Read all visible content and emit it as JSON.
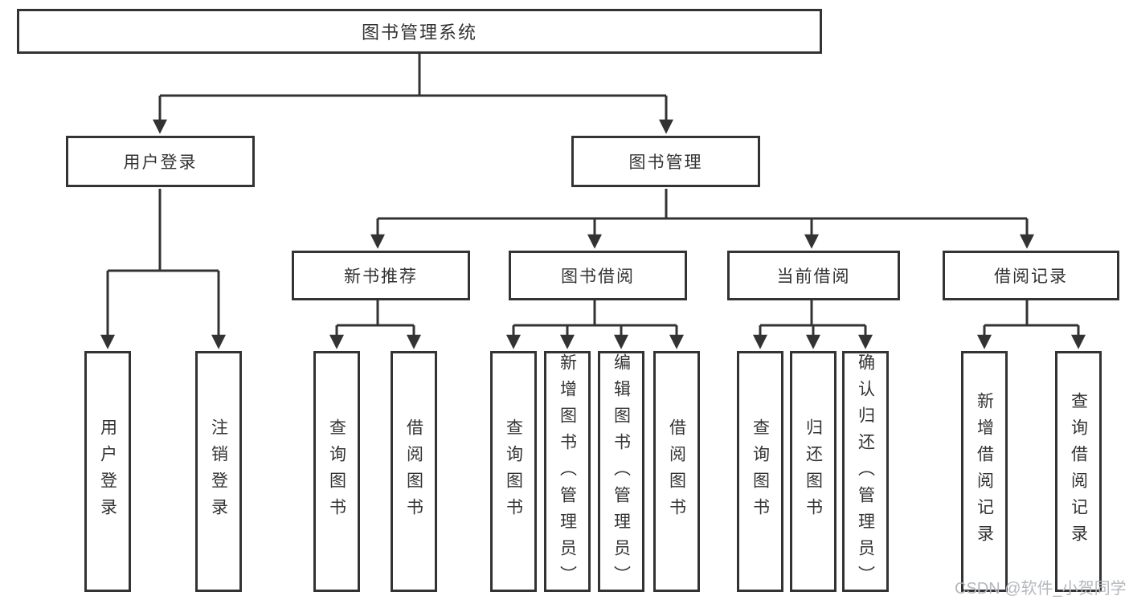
{
  "title": "图书管理系统",
  "watermark": "CSDN @软件_小贺同学",
  "colors": {
    "line": "#333333",
    "text": "#333333",
    "background": "#ffffff",
    "watermark": "#b4b8be"
  },
  "tree": {
    "label": "图书管理系统",
    "children": [
      {
        "label": "用户登录",
        "children": [
          {
            "label": "用户登录"
          },
          {
            "label": "注销登录"
          }
        ]
      },
      {
        "label": "图书管理",
        "children": [
          {
            "label": "新书推荐",
            "children": [
              {
                "label": "查询图书"
              },
              {
                "label": "借阅图书"
              }
            ]
          },
          {
            "label": "图书借阅",
            "children": [
              {
                "label": "查询图书"
              },
              {
                "label": "新增图书（管理员）"
              },
              {
                "label": "编辑图书（管理员）"
              },
              {
                "label": "借阅图书"
              }
            ]
          },
          {
            "label": "当前借阅",
            "children": [
              {
                "label": "查询图书"
              },
              {
                "label": "归还图书"
              },
              {
                "label": "确认归还（管理员）"
              }
            ]
          },
          {
            "label": "借阅记录",
            "children": [
              {
                "label": "新增借阅记录"
              },
              {
                "label": "查询借阅记录"
              }
            ]
          }
        ]
      }
    ]
  }
}
